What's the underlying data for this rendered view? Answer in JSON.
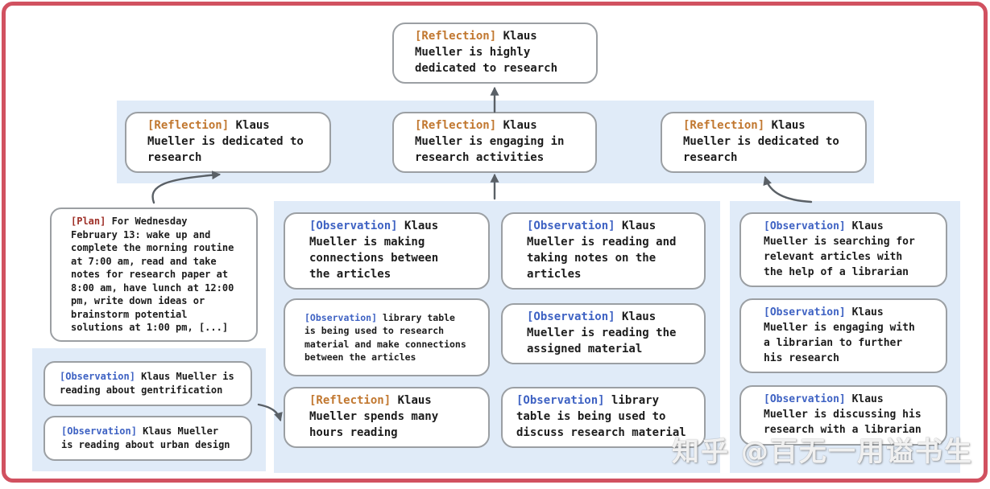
{
  "colors": {
    "frame_border": "#d15160",
    "panel_bg": "#e0ebf8",
    "node_border": "#9b9fa3",
    "reflection_tag": "#c1772f",
    "plan_tag": "#9e2f27",
    "observation_tag": "#3e62c3",
    "arrow": "#5a6066",
    "node_text": "#1c1c1c"
  },
  "root": {
    "tag": "[Reflection]",
    "text": "Klaus Mueller is highly dedicated to research"
  },
  "level2": [
    {
      "tag": "[Reflection]",
      "text": "Klaus Mueller is dedicated to research"
    },
    {
      "tag": "[Reflection]",
      "text": "Klaus Mueller is engaging in research activities"
    },
    {
      "tag": "[Reflection]",
      "text": "Klaus Mueller is dedicated to research"
    }
  ],
  "plan": {
    "tag": "[Plan]",
    "text": "For Wednesday February 13: wake up and complete the morning routine at 7:00 am, read and take notes for research paper at 8:00 am, have lunch at 12:00 pm, write down ideas or brainstorm potential solutions at 1:00 pm, [...]"
  },
  "left_group": [
    {
      "tag": "[Observation]",
      "text": "Klaus Mueller is reading about gentrification"
    },
    {
      "tag": "[Observation]",
      "text": "Klaus Mueller is reading about urban design"
    }
  ],
  "mid_left": [
    {
      "tag": "[Observation]",
      "text": "Klaus Mueller is making connections between the articles"
    },
    {
      "tag": "[Observation]",
      "text": "library table is being used to research material and make connections between the articles"
    },
    {
      "tag": "[Reflection]",
      "text": "Klaus Mueller spends many hours reading"
    }
  ],
  "mid_right": [
    {
      "tag": "[Observation]",
      "text": "Klaus Mueller is reading and taking notes on the articles"
    },
    {
      "tag": "[Observation]",
      "text": "Klaus Mueller is reading the assigned material"
    },
    {
      "tag": "[Observation]",
      "text": "library table is being used to discuss research material"
    }
  ],
  "right_group": [
    {
      "tag": "[Observation]",
      "text": "Klaus Mueller is searching for relevant articles with the help of a librarian"
    },
    {
      "tag": "[Observation]",
      "text": "Klaus Mueller is engaging with a librarian to further his research"
    },
    {
      "tag": "[Observation]",
      "text": "Klaus Mueller is discussing his research with a librarian"
    }
  ],
  "watermark": {
    "text": "知乎 @百无一用谥书生"
  }
}
